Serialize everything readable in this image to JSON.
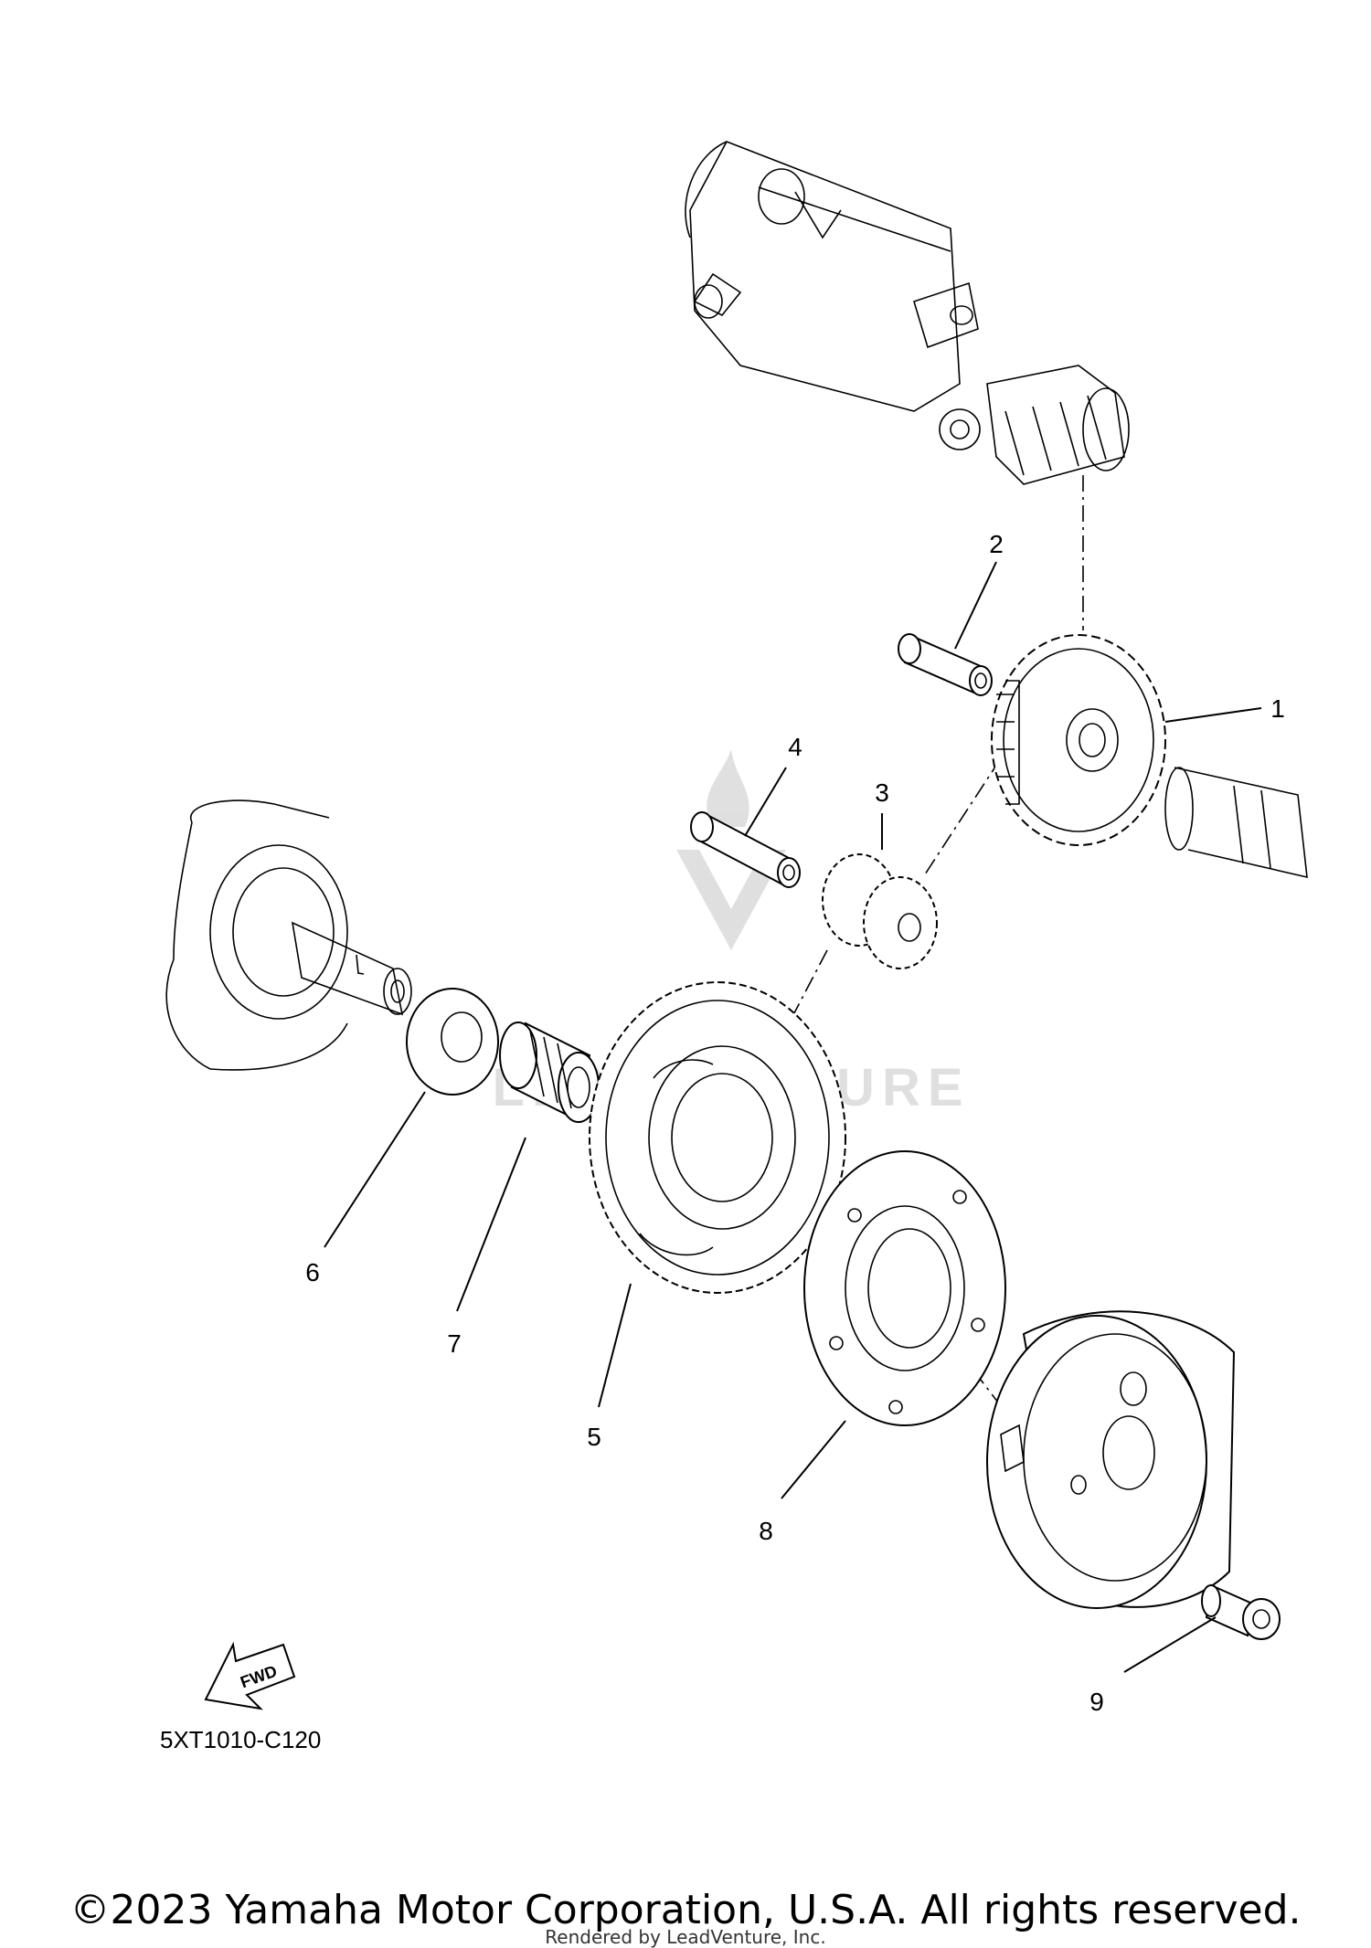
{
  "diagram": {
    "callouts": [
      {
        "id": "c1",
        "label": "1"
      },
      {
        "id": "c2",
        "label": "2"
      },
      {
        "id": "c3",
        "label": "3"
      },
      {
        "id": "c4",
        "label": "4"
      },
      {
        "id": "c5",
        "label": "5"
      },
      {
        "id": "c6",
        "label": "6"
      },
      {
        "id": "c7",
        "label": "7"
      },
      {
        "id": "c8",
        "label": "8"
      },
      {
        "id": "c9",
        "label": "9"
      }
    ],
    "fwd_label": "FWD",
    "diagram_code": "5XT1010-C120",
    "watermark": "LEADVENTURE"
  },
  "footer": {
    "copyright": "©2023 Yamaha Motor Corporation, U.S.A. All rights reserved.",
    "rendered_by": "Rendered by LeadVenture, Inc."
  }
}
